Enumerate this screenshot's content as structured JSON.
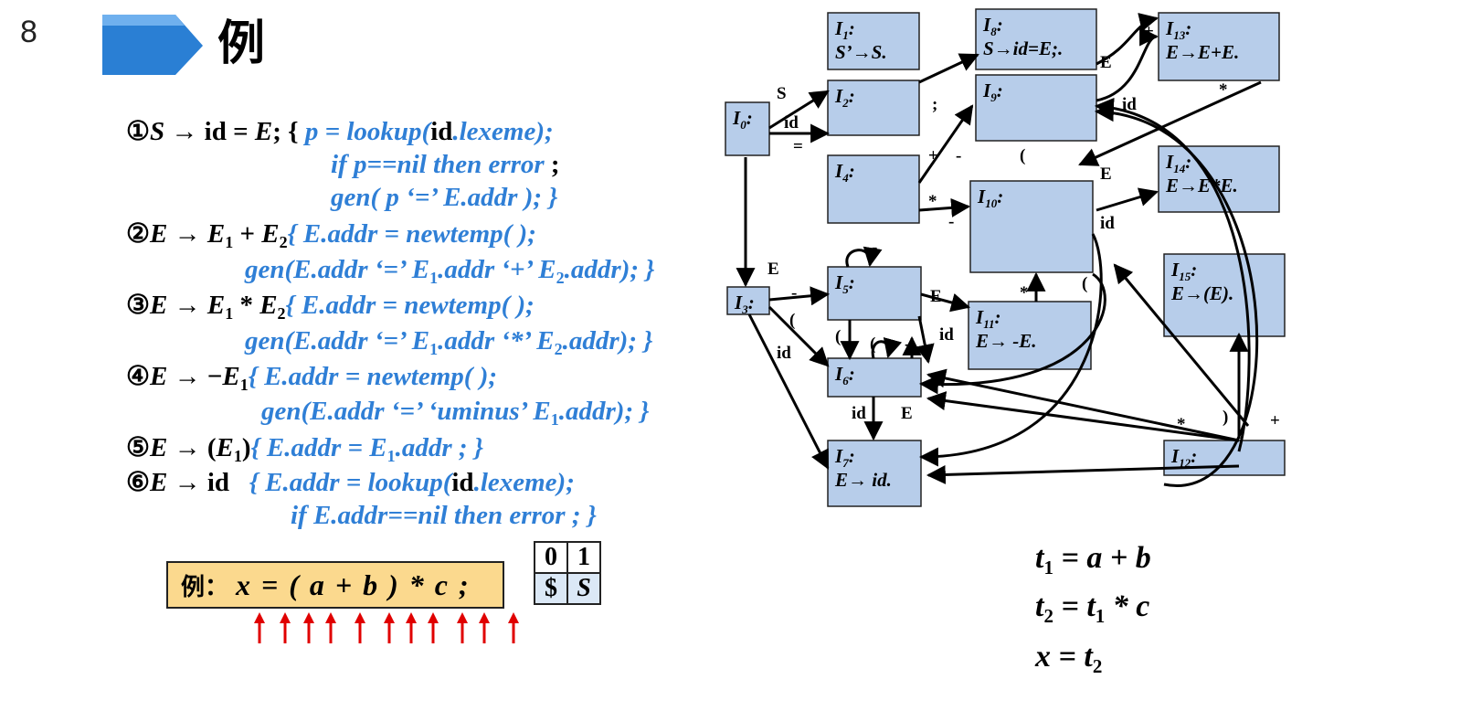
{
  "slide_number": "8",
  "title": "例",
  "colors": {
    "action": "#2f7fd6",
    "title_arrow": "#2a7fd4",
    "example_bg": "#fbd98e",
    "state_box": "#b7cdea",
    "pointer_arrow": "#e00000"
  },
  "rules": {
    "r1": {
      "num": "①",
      "line2": "if p==nil then error",
      "line2_semi": ";",
      "line3": "gen( p ‘=’ E.addr ); }"
    },
    "r2": {
      "num": "②"
    },
    "r3": {
      "num": "③"
    },
    "r4": {
      "num": "④"
    },
    "r5": {
      "num": "⑤"
    },
    "r6": {
      "num": "⑥",
      "line2": "if E.addr==nil then error",
      "line2_tail": "; }"
    }
  },
  "example": {
    "label": "例：",
    "expr": "x = ( a + b ) * c ;",
    "pointer_count": 11
  },
  "stack": {
    "top": [
      "0",
      "1"
    ],
    "bottom": [
      "$",
      "S"
    ]
  },
  "results": [
    "t1 = a + b",
    "t2 = t1 * c",
    "x = t2"
  ],
  "states": {
    "I0": {
      "name": "I",
      "sub": "0",
      "item": ""
    },
    "I1": {
      "name": "I",
      "sub": "1",
      "item": "S’→S."
    },
    "I2": {
      "name": "I",
      "sub": "2",
      "item": ""
    },
    "I3": {
      "name": "I",
      "sub": "3",
      "item": ""
    },
    "I4": {
      "name": "I",
      "sub": "4",
      "item": ""
    },
    "I5": {
      "name": "I",
      "sub": "5",
      "item": ""
    },
    "I6": {
      "name": "I",
      "sub": "6",
      "item": ""
    },
    "I7": {
      "name": "I",
      "sub": "7",
      "item": "E→ id."
    },
    "I8": {
      "name": "I",
      "sub": "8",
      "item": "S→id=E;."
    },
    "I9": {
      "name": "I",
      "sub": "9",
      "item": ""
    },
    "I10": {
      "name": "I",
      "sub": "10",
      "item": ""
    },
    "I11": {
      "name": "I",
      "sub": "11",
      "item": "E→ -E."
    },
    "I12": {
      "name": "I",
      "sub": "12",
      "item": ""
    },
    "I13": {
      "name": "I",
      "sub": "13",
      "item": "E→E+E."
    },
    "I14": {
      "name": "I",
      "sub": "14",
      "item": "E→E*E."
    },
    "I15": {
      "name": "I",
      "sub": "15",
      "item": "E→(E)."
    }
  },
  "edge_labels": {
    "S": "S",
    "id": "id",
    "eq": "=",
    "semi": ";",
    "plus": "+",
    "minus": "-",
    "star": "*",
    "lparen": "(",
    "rparen": ")",
    "E": "E"
  }
}
